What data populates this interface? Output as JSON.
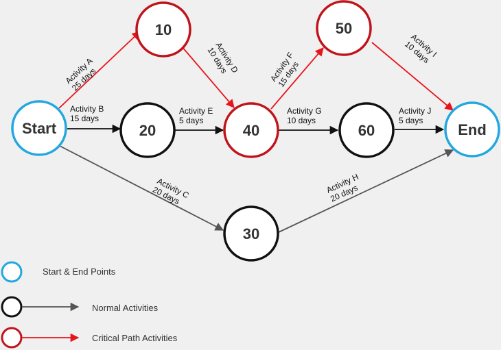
{
  "colors": {
    "start_end": "#22a7e0",
    "normal": "#111111",
    "critical": "#c0141b",
    "arrow_normal": "#555555",
    "arrow_critical": "#e8141b",
    "node_fill": "#ffffff"
  },
  "nodes": {
    "start": {
      "label": "Start",
      "kind": "start_end"
    },
    "n10": {
      "label": "10",
      "kind": "critical"
    },
    "n20": {
      "label": "20",
      "kind": "normal"
    },
    "n30": {
      "label": "30",
      "kind": "normal"
    },
    "n40": {
      "label": "40",
      "kind": "critical"
    },
    "n50": {
      "label": "50",
      "kind": "critical"
    },
    "n60": {
      "label": "60",
      "kind": "normal"
    },
    "end": {
      "label": "End",
      "kind": "start_end"
    }
  },
  "edges": {
    "A": {
      "from": "start",
      "to": "n10",
      "activity": "Activity A",
      "duration": "25 days",
      "critical": true
    },
    "B": {
      "from": "start",
      "to": "n20",
      "activity": "Activity B",
      "duration": "15 days",
      "critical": false
    },
    "C": {
      "from": "start",
      "to": "n30",
      "activity": "Activity C",
      "duration": "20 days",
      "critical": false
    },
    "D": {
      "from": "n10",
      "to": "n40",
      "activity": "Activity D",
      "duration": "10 days",
      "critical": true
    },
    "E": {
      "from": "n20",
      "to": "n40",
      "activity": "Activity E",
      "duration": "5 days",
      "critical": false
    },
    "F": {
      "from": "n40",
      "to": "n50",
      "activity": "Activity F",
      "duration": "15 days",
      "critical": true
    },
    "G": {
      "from": "n40",
      "to": "n60",
      "activity": "Activity G",
      "duration": "10 days",
      "critical": false
    },
    "H": {
      "from": "n30",
      "to": "end",
      "activity": "Activity H",
      "duration": "20 days",
      "critical": false
    },
    "I": {
      "from": "n50",
      "to": "end",
      "activity": "Activity I",
      "duration": "10 days",
      "critical": true
    },
    "J": {
      "from": "n60",
      "to": "end",
      "activity": "Activity J",
      "duration": "5 days",
      "critical": false
    }
  },
  "legend": {
    "start_end": "Start & End Points",
    "normal": "Normal Activities",
    "critical": "Critical Path Activities"
  }
}
